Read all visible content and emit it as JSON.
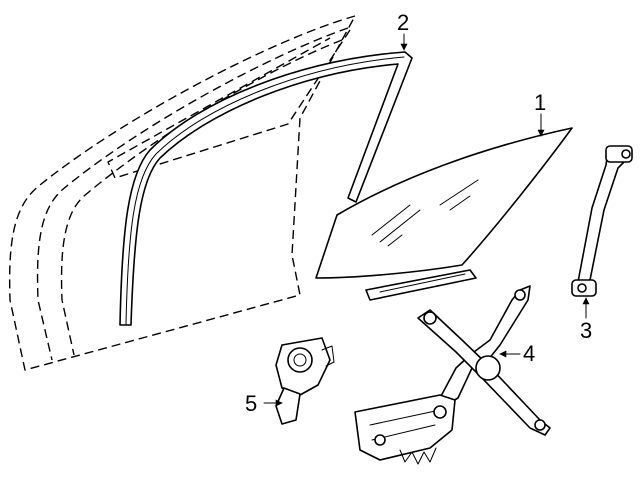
{
  "callouts": [
    {
      "id": "1",
      "part": "window-glass"
    },
    {
      "id": "2",
      "part": "run-channel"
    },
    {
      "id": "3",
      "part": "rear-guide-rail"
    },
    {
      "id": "4",
      "part": "window-regulator"
    },
    {
      "id": "5",
      "part": "regulator-motor"
    }
  ],
  "colors": {
    "line": "#000000",
    "background": "#ffffff"
  }
}
